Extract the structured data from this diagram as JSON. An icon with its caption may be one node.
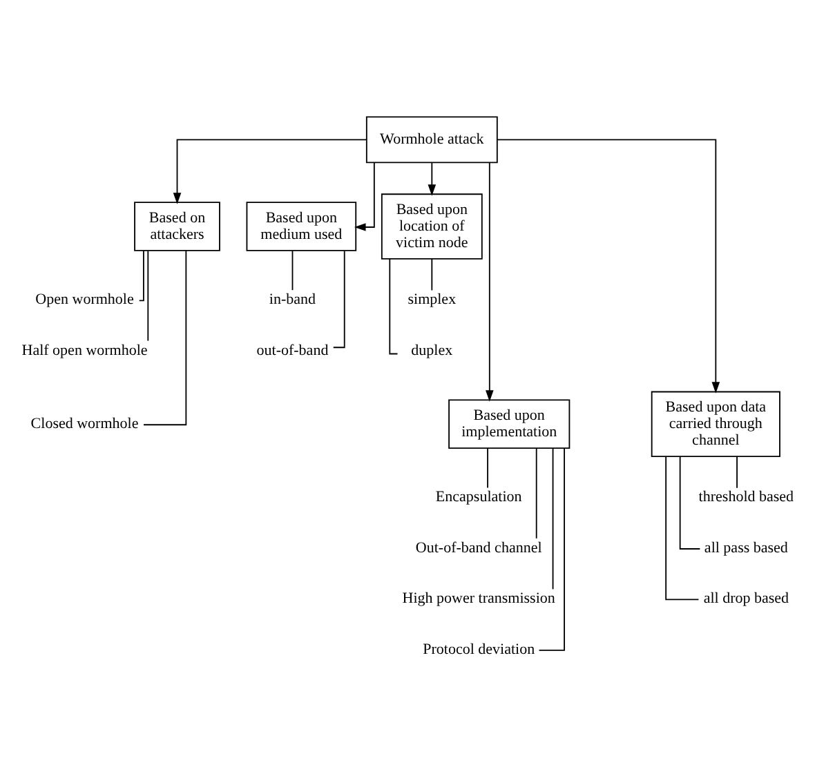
{
  "diagram": {
    "nodes": [
      {
        "text": [
          "Wormhole attack"
        ]
      },
      {
        "text": [
          "Based on attackers"
        ]
      },
      {
        "text": [
          "Based upon medium used"
        ]
      },
      {
        "text": [
          "Based upon location of victim node"
        ]
      },
      {
        "text": [
          "Based upon implementation"
        ]
      },
      {
        "text": [
          "Based upon data carried through channel"
        ]
      },
      {
        "text": [
          "Open wormhole"
        ]
      },
      {
        "text": [
          "Half open wormhole"
        ]
      },
      {
        "text": [
          "Closed wormhole"
        ]
      },
      {
        "text": [
          "in-band"
        ]
      },
      {
        "text": [
          "out-of-band"
        ]
      },
      {
        "text": [
          "simplex"
        ]
      },
      {
        "text": [
          "duplex"
        ]
      },
      {
        "text": [
          "Encapsulation"
        ]
      },
      {
        "text": [
          "Out-of-band channel"
        ]
      },
      {
        "text": [
          "High power transmission"
        ]
      },
      {
        "text": [
          "Protocol deviation"
        ]
      },
      {
        "text": [
          "threshold based"
        ]
      },
      {
        "text": [
          "all pass based"
        ]
      },
      {
        "text": [
          "all drop based"
        ]
      }
    ],
    "edges": [
      {
        "from": 0,
        "to": 1,
        "arrow": "to"
      },
      {
        "from": 0,
        "to": 4,
        "arrow": "to"
      },
      {
        "from": 0,
        "to": 2,
        "arrow": "to"
      },
      {
        "from": 0,
        "to": 5,
        "arrow": "to"
      },
      {
        "from": 0,
        "to": 3,
        "arrow": "to"
      },
      {
        "from": 1,
        "to": 6,
        "arrow": "none"
      },
      {
        "from": 1,
        "to": 7,
        "arrow": "none"
      },
      {
        "from": 1,
        "to": 8,
        "arrow": "none"
      },
      {
        "from": 2,
        "to": 9,
        "arrow": "none"
      },
      {
        "from": 2,
        "to": 10,
        "arrow": "none"
      },
      {
        "from": 3,
        "to": 11,
        "arrow": "none"
      },
      {
        "from": 3,
        "to": 12,
        "arrow": "none"
      },
      {
        "from": 4,
        "to": 13,
        "arrow": "none"
      },
      {
        "from": 4,
        "to": 14,
        "arrow": "none"
      },
      {
        "from": 4,
        "to": 15,
        "arrow": "none"
      },
      {
        "from": 4,
        "to": 16,
        "arrow": "none"
      },
      {
        "from": 5,
        "to": 17,
        "arrow": "none"
      },
      {
        "from": 5,
        "to": 18,
        "arrow": "none"
      },
      {
        "from": 5,
        "to": 19,
        "arrow": "none"
      }
    ]
  }
}
